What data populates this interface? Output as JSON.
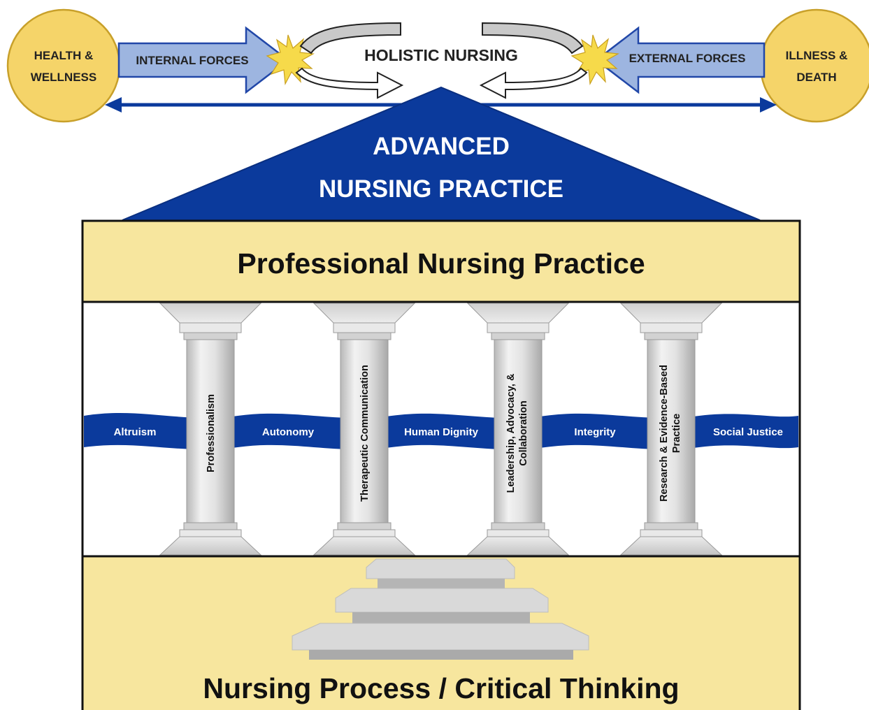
{
  "top": {
    "left_circle": [
      "HEALTH &",
      "WELLNESS"
    ],
    "right_circle": [
      "ILLNESS &",
      "DEATH"
    ],
    "internal_forces": "INTERNAL FORCES",
    "external_forces": "EXTERNAL FORCES",
    "holistic": "HOLISTIC NURSING"
  },
  "roof": {
    "line1": "ADVANCED",
    "line2": "NURSING PRACTICE"
  },
  "entablature": "Professional Nursing Practice",
  "values": [
    "Altruism",
    "Autonomy",
    "Human Dignity",
    "Integrity",
    "Social Justice"
  ],
  "pillars": [
    [
      "Professionalism"
    ],
    [
      "Therapeutic Communication"
    ],
    [
      "Leadership, Advocacy, &",
      "Collaboration"
    ],
    [
      "Research & Evidence-Based",
      "Practice"
    ]
  ],
  "foundation": "Nursing Process / Critical Thinking",
  "colors": {
    "circle": "#f5d469",
    "circle_stroke": "#c8a02a",
    "arrow_fill": "#9db5e0",
    "arrow_stroke": "#2147a8",
    "navy": "#0b3a9c",
    "cream": "#f7e69e",
    "pillar": "#dedede"
  }
}
